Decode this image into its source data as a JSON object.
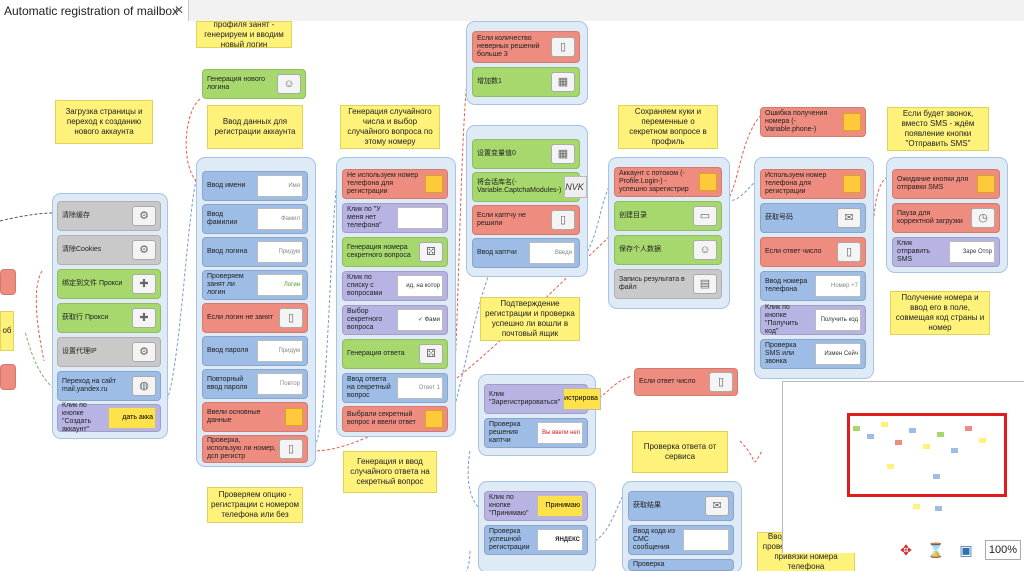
{
  "tab": {
    "title": "Automatic registration of mailbox",
    "close": "✕"
  },
  "notes": {
    "n1": "профиля занят - генерируем и вводим новый логин",
    "n2": "Загрузка страницы и переход к созданию нового аккаунта",
    "n3": "Ввод данных для регистрации аккаунта",
    "n4": "Генерация случайного числа и выбор случайного вопроса по этому номеру",
    "n5": "Сохраняем куки и переменные о секретном вопросе в профиль",
    "n6": "Если будет звонок, вместо SMS - ждём появление кнопки \"Отправить SMS\"",
    "n7": "Получение номера и ввод его в поле, совмещая код страны и номер",
    "n8": "Подтверждение регистрации и проверка успешно ли вошли в почтовый ящик",
    "n9": "Генерация и ввод случайного ответа на секретный вопрос",
    "n10": "Проверяем опцию - регистрации с номером телефона или без",
    "n11": "Проверка ответа от сервиса",
    "n12": "Вводим код в поле и проверяем успешность привязки номера телефона",
    "n13": "об"
  },
  "col1": {
    "b1": "清除缓存",
    "b2": "清除Cookies",
    "b3": "绑定到文件 Прокси",
    "b4": "获取行 Прокси",
    "b5": "设置代理IP",
    "b6": "Переход на сайт mail.yandex.ru",
    "b7": "Клик по кнопке \"Создать аккаунт\"",
    "b7v": "дать акка"
  },
  "col2": {
    "top": "Генерация нового логина",
    "b1": "Ввод имени",
    "b1v": "Имя",
    "b2": "Ввод фамилии",
    "b2v": "Фамил",
    "b3": "Ввод логина",
    "b3v": "Придум",
    "b4": "Проверяем занят ли логин",
    "b4v": "Логин",
    "b5": "Если логин не занят",
    "b6": "Ввод пароля",
    "b6v": "Придум",
    "b7": "Повторный ввод пароля",
    "b7v": "Повтор",
    "b8": "Ввели основные данные",
    "b9": "Проверка, использую ли номер, дсп регистр"
  },
  "col3": {
    "b1": "Не используем номер телефона для регистрации",
    "b2": "Клик по \"У меня нет телефона\"",
    "b3": "Генерация номера секретного вопроса",
    "b4": "Клик по списку с вопросами",
    "b4v": "ид, на котор",
    "b5": "Выбор секретного вопроса",
    "b5v": "✓ Фами",
    "b6": "Генерация ответа",
    "b7": "Ввод ответа на секретный вопрос",
    "b7v": "Ответ 1",
    "b8": "Выбрали секретный вопрос и ввели ответ"
  },
  "col4": {
    "a1": "Если количество неверных решений больше 3",
    "a2": "增加数1",
    "b1": "设置变量值0",
    "b2": "将会话库名(-Variable.CaptchaModules-)",
    "b3": "Если каптчу не решили",
    "b4": "Ввод каптчи",
    "b4v": "Введи",
    "c1": "Клик \"Зарегистрироваться\"",
    "c1v": "истрирова",
    "c2": "Проверка решения каптчи",
    "c2v": "Вы ввели неп",
    "d1": "Клик по кнопке \"Принимаю\"",
    "d1v": "Принимаю",
    "d2": "Проверка успешной регистрации",
    "d2v": "ЯНДЕКС"
  },
  "col5": {
    "b1": "Аккаунт с потоком (-Profile.Login-) - успешно зарегистрир",
    "b2": "创建目录",
    "b3": "保存个人数据",
    "b4": "Запись результата в файл",
    "e1": "Если ответ число",
    "f1": "获取结果",
    "f2": "Ввод кода из СМС сообщения",
    "f3": "Проверка"
  },
  "col6": {
    "err": "Ошибка получения номера (-Variable.phone-)",
    "b1": "Используем номер телефона для регистрации",
    "b2": "获取号码",
    "b3": "Если ответ число",
    "b4": "Ввод номера телефона",
    "b4v": "Номер +7",
    "b5": "Клик по кнопке \"Получить код\"",
    "b5v": "Получить код",
    "b6": "Проверка SMS или звонка",
    "b6v": "Измен Сейч"
  },
  "col7": {
    "b1": "Ожидание кнопки для отправки SMS",
    "b2": "Пауза для корректной загрузки",
    "b3": "Клик отправить SMS",
    "b3v": "Заре Отпр"
  },
  "zoom": {
    "value": "100%"
  }
}
